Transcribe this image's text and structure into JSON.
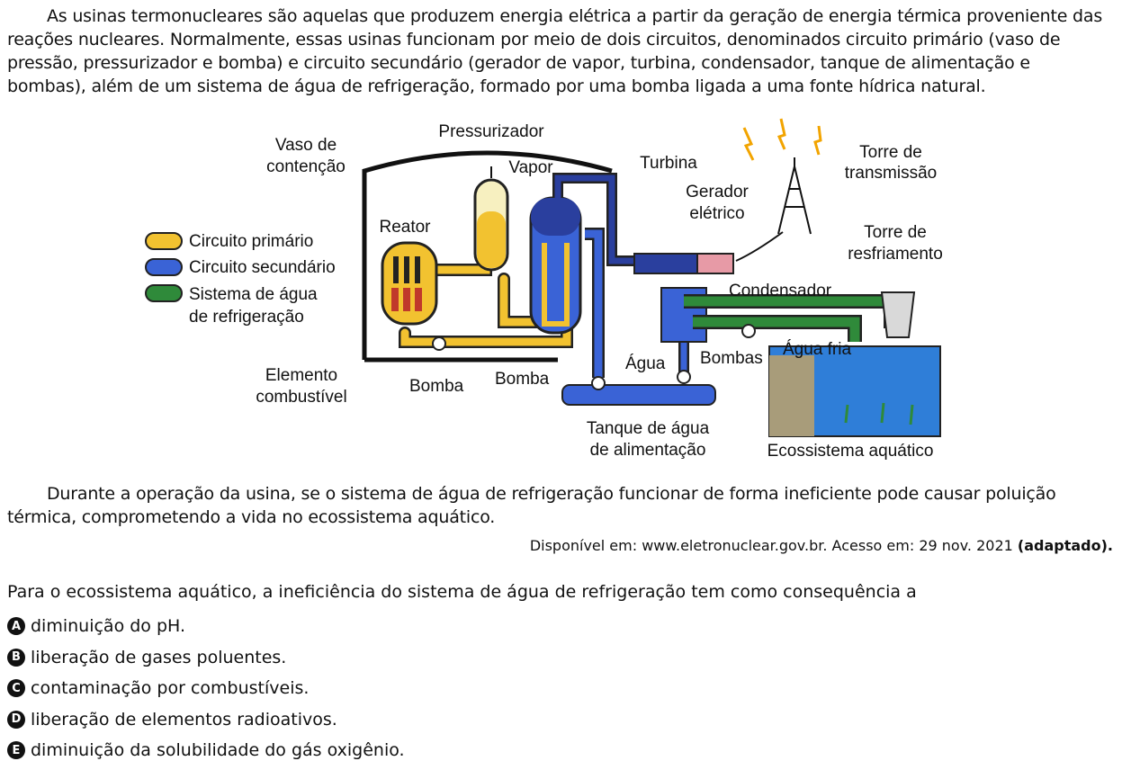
{
  "intro": "As usinas termonucleares são aquelas que produzem energia elétrica a partir da geração de energia térmica proveniente das reações nucleares. Normalmente, essas usinas funcionam por meio de dois circuitos, denominados circuito primário (vaso de pressão, pressurizador e bomba) e circuito secundário (gerador de vapor, turbina, condensador, tanque de alimentação e bombas), além de um sistema de água de refrigeração, formado por uma bomba ligada a uma fonte hídrica natural.",
  "diagram": {
    "legend": [
      {
        "label": "Circuito primário",
        "color": "#f2c230"
      },
      {
        "label": "Circuito secundário",
        "color": "#3a63d6"
      },
      {
        "label": "Sistema de água",
        "label2": "de refrigeração",
        "color": "#2f8a3a"
      }
    ],
    "labels": {
      "vaso1": "Vaso de",
      "vaso2": "contenção",
      "pressurizador": "Pressurizador",
      "vapor": "Vapor",
      "reator": "Reator",
      "turbina": "Turbina",
      "gerador1": "Gerador",
      "gerador2": "elétrico",
      "torre_trans1": "Torre de",
      "torre_trans2": "transmissão",
      "torre_resf1": "Torre de",
      "torre_resf2": "resfriamento",
      "condensador": "Condensador",
      "agua_fria": "Água fria",
      "bombas": "Bombas",
      "agua": "Água",
      "bomba_sec": "Bomba",
      "bomba_prim": "Bomba",
      "elemento1": "Elemento",
      "elemento2": "combustível",
      "tanque1": "Tanque de água",
      "tanque2": "de alimentação",
      "ecossistema": "Ecossistema aquático"
    }
  },
  "paragraph2": "Durante a operação da usina, se o sistema de água de refrigeração funcionar de forma ineficiente pode causar poluição térmica, comprometendo a vida no ecossistema aquático.",
  "source": "Disponível em: www.eletronuclear.gov.br. Acesso em: 29 nov. 2021",
  "source_note": "(adaptado).",
  "question": "Para o ecossistema aquático, a ineficiência do sistema de água de refrigeração tem como consequência a",
  "options": [
    {
      "letter": "A",
      "text": "diminuição do pH."
    },
    {
      "letter": "B",
      "text": "liberação de gases poluentes."
    },
    {
      "letter": "C",
      "text": "contaminação por combustíveis."
    },
    {
      "letter": "D",
      "text": "liberação de elementos radioativos."
    },
    {
      "letter": "E",
      "text": "diminuição da solubilidade do gás oxigênio."
    }
  ],
  "colors": {
    "primary": "#f2c230",
    "secondary": "#3a63d6",
    "cooling": "#2f8a3a",
    "arrow_red": "#d1281c",
    "water": "#2f7ed8",
    "ground": "#a89c7a"
  }
}
